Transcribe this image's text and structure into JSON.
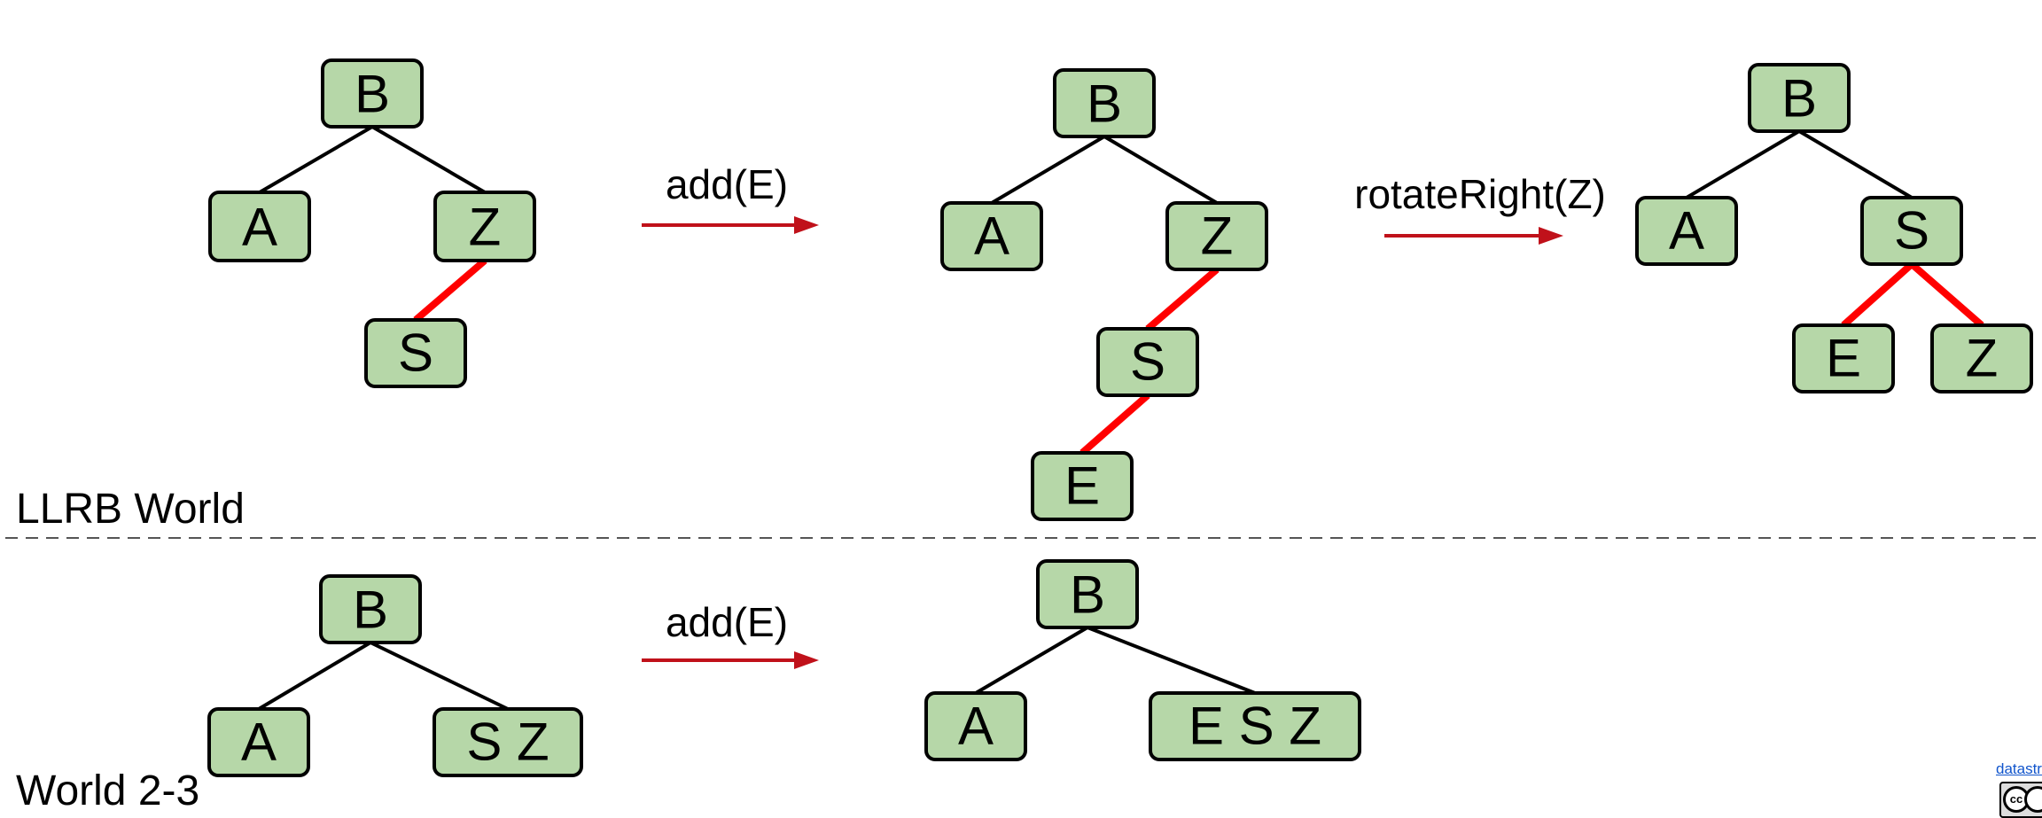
{
  "diagram": {
    "world_labels": {
      "llrb": "LLRB World",
      "two_three": "World 2-3"
    },
    "operations": {
      "add_top": "add(E)",
      "rotate": "rotateRight(Z)",
      "add_bottom": "add(E)"
    },
    "arrow_color": "#c0111a",
    "link_colors": {
      "red": "#ff0000",
      "black": "#000000"
    },
    "node_fill": "#b6d7a8",
    "trees": {
      "llrb_before": {
        "nodes": [
          "B",
          "A",
          "Z",
          "S"
        ],
        "links": [
          [
            "B",
            "A",
            "black"
          ],
          [
            "B",
            "Z",
            "black"
          ],
          [
            "Z",
            "S",
            "red"
          ]
        ]
      },
      "llrb_after_add": {
        "nodes": [
          "B",
          "A",
          "Z",
          "S",
          "E"
        ],
        "links": [
          [
            "B",
            "A",
            "black"
          ],
          [
            "B",
            "Z",
            "black"
          ],
          [
            "Z",
            "S",
            "red"
          ],
          [
            "S",
            "E",
            "red"
          ]
        ]
      },
      "llrb_after_rotate": {
        "nodes": [
          "B",
          "A",
          "S",
          "E",
          "Z"
        ],
        "links": [
          [
            "B",
            "A",
            "black"
          ],
          [
            "B",
            "S",
            "black"
          ],
          [
            "S",
            "E",
            "red"
          ],
          [
            "S",
            "Z",
            "red"
          ]
        ]
      },
      "two_three_before": {
        "nodes": [
          "B",
          "A",
          "S Z"
        ],
        "links": [
          [
            "B",
            "A",
            "black"
          ],
          [
            "B",
            "S Z",
            "black"
          ]
        ]
      },
      "two_three_after_add": {
        "nodes": [
          "B",
          "A",
          "E S Z"
        ],
        "links": [
          [
            "B",
            "A",
            "black"
          ],
          [
            "B",
            "E S Z",
            "black"
          ]
        ]
      }
    }
  },
  "footer": {
    "credit_link": "datastr",
    "license_icon": "creative-commons-icon",
    "license_badge_text": "cc"
  }
}
